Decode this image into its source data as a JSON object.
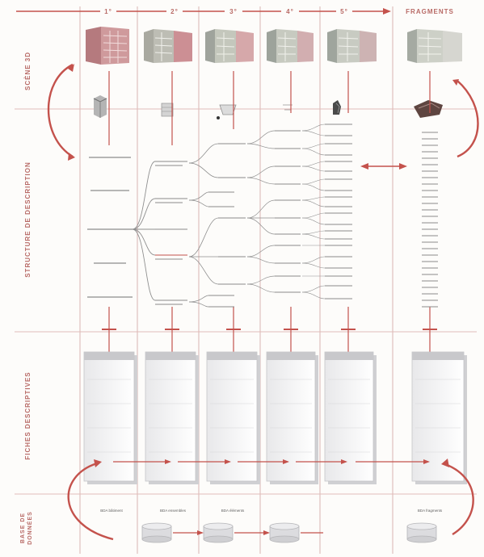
{
  "header": {
    "levels": [
      "1°",
      "2°",
      "3°",
      "4°",
      "5°"
    ],
    "fragments_label": "FRAGMENTS"
  },
  "rows": {
    "scene": "SCÈNE 3D",
    "structure": "STRUCTURE DE DESCRIPTION",
    "fiches": "FICHES DESCRIPTIVES",
    "base": [
      "BASE DE",
      "DONNÉES"
    ]
  },
  "first_level_nodes": [
    "",
    "",
    "",
    "",
    ""
  ],
  "databases": [
    "BDA bâtiment",
    "BDA ensembles",
    "BDA éléments",
    "",
    "",
    "BDA fragments"
  ],
  "colors": {
    "accent": "#c4524c",
    "grid": "#d88c88",
    "text": "#555555"
  }
}
